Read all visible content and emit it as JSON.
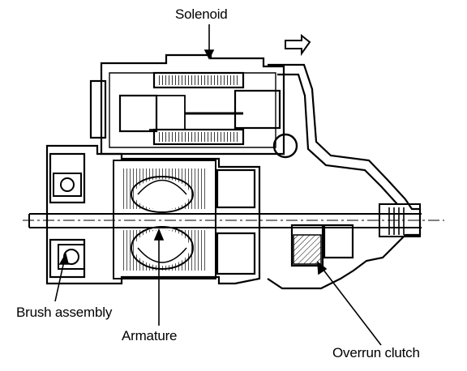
{
  "diagram": {
    "subject": "starter-motor-cutaway",
    "labels": {
      "solenoid": "Solenoid",
      "brush_assembly": "Brush assembly",
      "armature": "Armature",
      "overrun_clutch": "Overrun clutch"
    },
    "colors": {
      "ink": "#000000",
      "paper": "#ffffff"
    }
  }
}
